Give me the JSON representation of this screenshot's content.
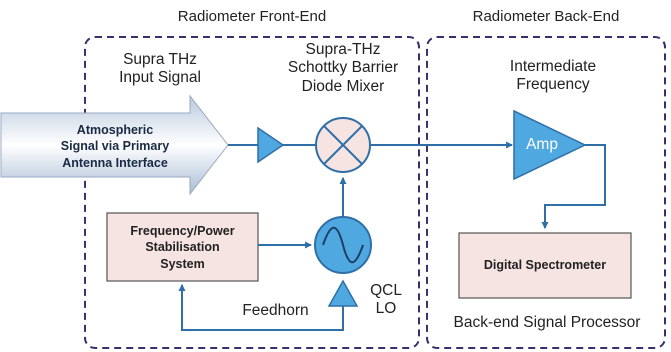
{
  "sections": {
    "front_end": "Radiometer Front-End",
    "back_end": "Radiometer Back-End"
  },
  "labels": {
    "input_signal": [
      "Supra THz",
      "Input Signal"
    ],
    "mixer": [
      "Supra-THz",
      "Schottky Barrier",
      "Diode Mixer"
    ],
    "intermediate_frequency": [
      "Intermediate",
      "Frequency"
    ],
    "atmospheric_signal": [
      "Atmospheric",
      "Signal via Primary",
      "Antenna Interface"
    ],
    "amp": "Amp",
    "stabilisation": [
      "Frequency/Power",
      "Stabilisation",
      "System"
    ],
    "digital_spectrometer": "Digital Spectrometer",
    "feedhorn": "Feedhorn",
    "qcl_lo": [
      "QCL",
      "LO"
    ],
    "backend_processor": "Back-end Signal Processor"
  },
  "colors": {
    "dashed_border": "#3a2e6e",
    "arrow": "#2f6fa8",
    "component_fill": "#4fa8e0",
    "mixer_fill": "#f6e4e2",
    "box_fill": "#f6e4e2"
  }
}
